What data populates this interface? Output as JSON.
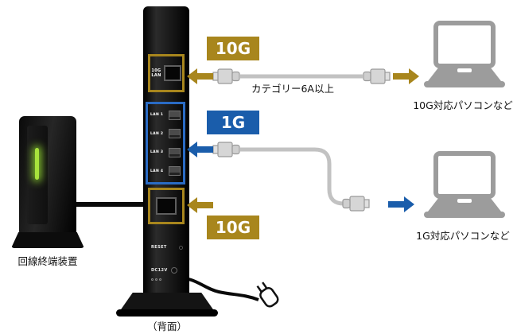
{
  "badges": {
    "top": "10G",
    "middle": "1G",
    "bottom": "10G"
  },
  "router": {
    "rear_label": "（背面）",
    "port10g_line1": "10G",
    "port10g_line2": "LAN",
    "lan_ports": [
      "LAN 1",
      "LAN 2",
      "LAN 3",
      "LAN 4"
    ],
    "reset_label": "RESET",
    "power_label": "DC12V"
  },
  "captions": {
    "cable_note": "カテゴリー6A以上",
    "laptop_10g": "10G対応パソコンなど",
    "laptop_1g": "1G対応パソコンなど",
    "onu": "回線終端装置"
  },
  "colors": {
    "gold": "#a8861d",
    "blue": "#1a5dab"
  }
}
